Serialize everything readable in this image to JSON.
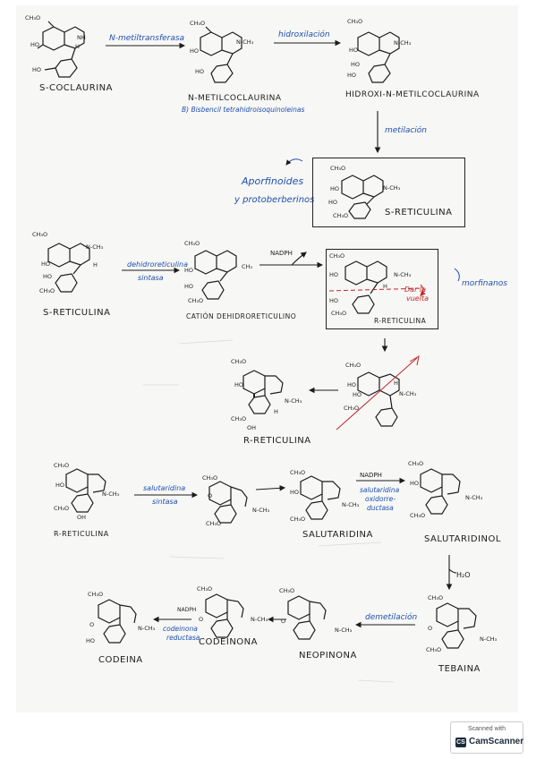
{
  "compounds": {
    "s_coclaurina": "S-COCLAURINA",
    "n_metilcoclaurina": "N-METILCOCLAURINA",
    "hidroxi_n_metilcoclaurina": "HIDROXI-N-METILCOCLAURINA",
    "s_reticulina_boxed": "S-RETICULINA",
    "s_reticulina": "S-RETICULINA",
    "cation": "CATIÓN DEHIDRORETICULINO",
    "r_reticulina_boxed": "R-RETICULINA",
    "r_reticulina_mid": "R-RETICULINA",
    "r_reticulina_left": "R-RETICULINA",
    "salutaridina": "SALUTARIDINA",
    "salutaridinol": "SALUTARIDINOL",
    "tebaina": "TEBAINA",
    "neopinona": "NEOPINONA",
    "codeinona": "CODEINONA",
    "codeina": "CODEINA"
  },
  "enzymes": {
    "n_metiltransferasa": "N-metiltransferasa",
    "hidroxilacion": "hidroxilación",
    "metilacion": "metilación",
    "dehidroreticulina_sintasa_1": "dehidroreticulina",
    "dehidroreticulina_sintasa_2": "sintasa",
    "salutaridina_sintasa_1": "salutaridina",
    "salutaridina_sintasa_2": "sintasa",
    "salutaridina_oxidorreductasa_1": "salutaridina",
    "salutaridina_oxidorreductasa_2": "oxidorre-",
    "salutaridina_oxidorreductasa_3": "ductasa",
    "demetilacion": "demetilación",
    "codeinona_reductasa_1": "codeinona",
    "codeinona_reductasa_2": "reductasa"
  },
  "notes": {
    "bisbencil": "B) Bisbencil tetrahidroisoquinoleinas",
    "aporfinoides_1": "Aporfinoides",
    "aporfinoides_2": "y protoberberinos",
    "morfinanos": "morfinanos",
    "dar_la_vuelta_1": "Dar la",
    "dar_la_vuelta_2": "vuelta"
  },
  "cofactors": {
    "nadph_1": "NADPH",
    "nadph_2": "NADPH",
    "nadph_3": "NADPH",
    "h2o": "H₂O"
  },
  "groups": {
    "ch3o": "CH₃O",
    "ho": "HO",
    "oh": "OH",
    "nh": "NH",
    "n_ch3": "N-CH₃",
    "ch3": "CH₃",
    "h": "H",
    "o": "O",
    "ch3o_lower": "CH₃O",
    "ch3o_small": "CH₃O",
    "ch3o_alt": "CH₃O"
  },
  "badge": {
    "scanned_with": "Scanned with",
    "brand": "CamScanner",
    "icon_text": "CS"
  },
  "colors": {
    "ink": "#1c1c1c",
    "blue": "#1f4fb0",
    "red": "#c0262d"
  }
}
